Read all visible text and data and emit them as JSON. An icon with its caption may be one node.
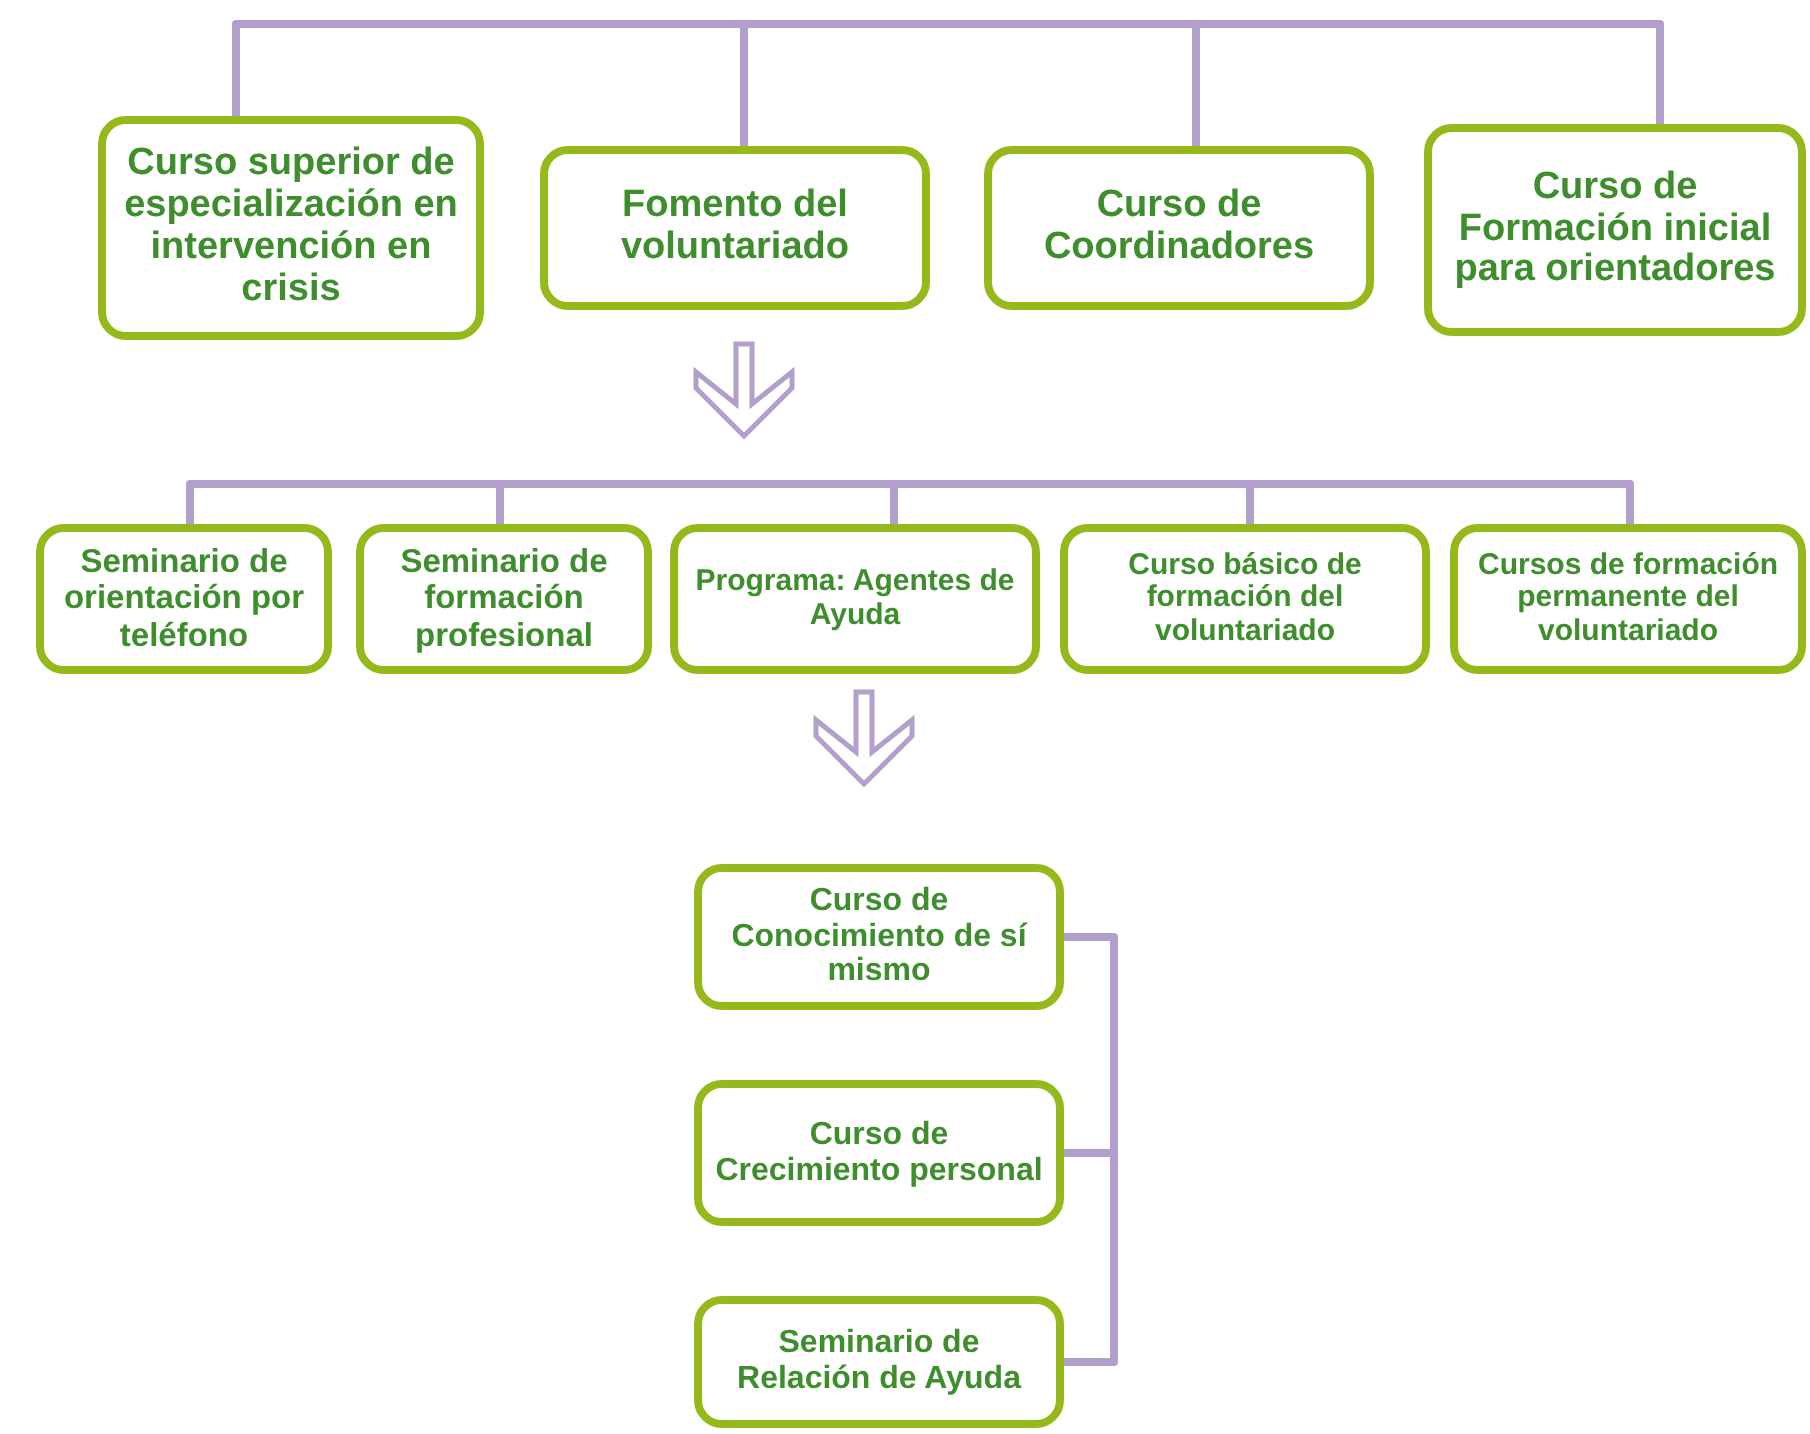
{
  "diagram": {
    "nodes": [
      {
        "text": [
          "Curso superior de especialización en intervención en crisis"
        ]
      },
      {
        "text": [
          "Fomento del voluntariado"
        ]
      },
      {
        "text": [
          "Curso de Coordinadores"
        ]
      },
      {
        "text": [
          "Curso de Formación inicial para orientadores"
        ]
      },
      {
        "text": [
          "Seminario de orientación por teléfono"
        ]
      },
      {
        "text": [
          "Seminario de formación profesional"
        ]
      },
      {
        "text": [
          "Programa: Agentes de Ayuda"
        ]
      },
      {
        "text": [
          "Curso básico de formación del voluntariado"
        ]
      },
      {
        "text": [
          "Cursos de formación permanente del voluntariado"
        ]
      },
      {
        "text": [
          "Curso de Conocimiento de sí mismo"
        ]
      },
      {
        "text": [
          "Curso de Crecimiento personal"
        ]
      },
      {
        "text": [
          "Seminario de Relación de Ayuda"
        ]
      }
    ],
    "edges": [
      {
        "from": 0,
        "to": 1,
        "arrow": "none"
      },
      {
        "from": 1,
        "to": 2,
        "arrow": "none"
      },
      {
        "from": 2,
        "to": 3,
        "arrow": "none"
      },
      {
        "from": 4,
        "to": 5,
        "arrow": "none"
      },
      {
        "from": 5,
        "to": 6,
        "arrow": "none"
      },
      {
        "from": 6,
        "to": 7,
        "arrow": "none"
      },
      {
        "from": 7,
        "to": 8,
        "arrow": "none"
      },
      {
        "from": 9,
        "to": 10,
        "arrow": "none"
      },
      {
        "from": 10,
        "to": 11,
        "arrow": "none"
      }
    ]
  }
}
